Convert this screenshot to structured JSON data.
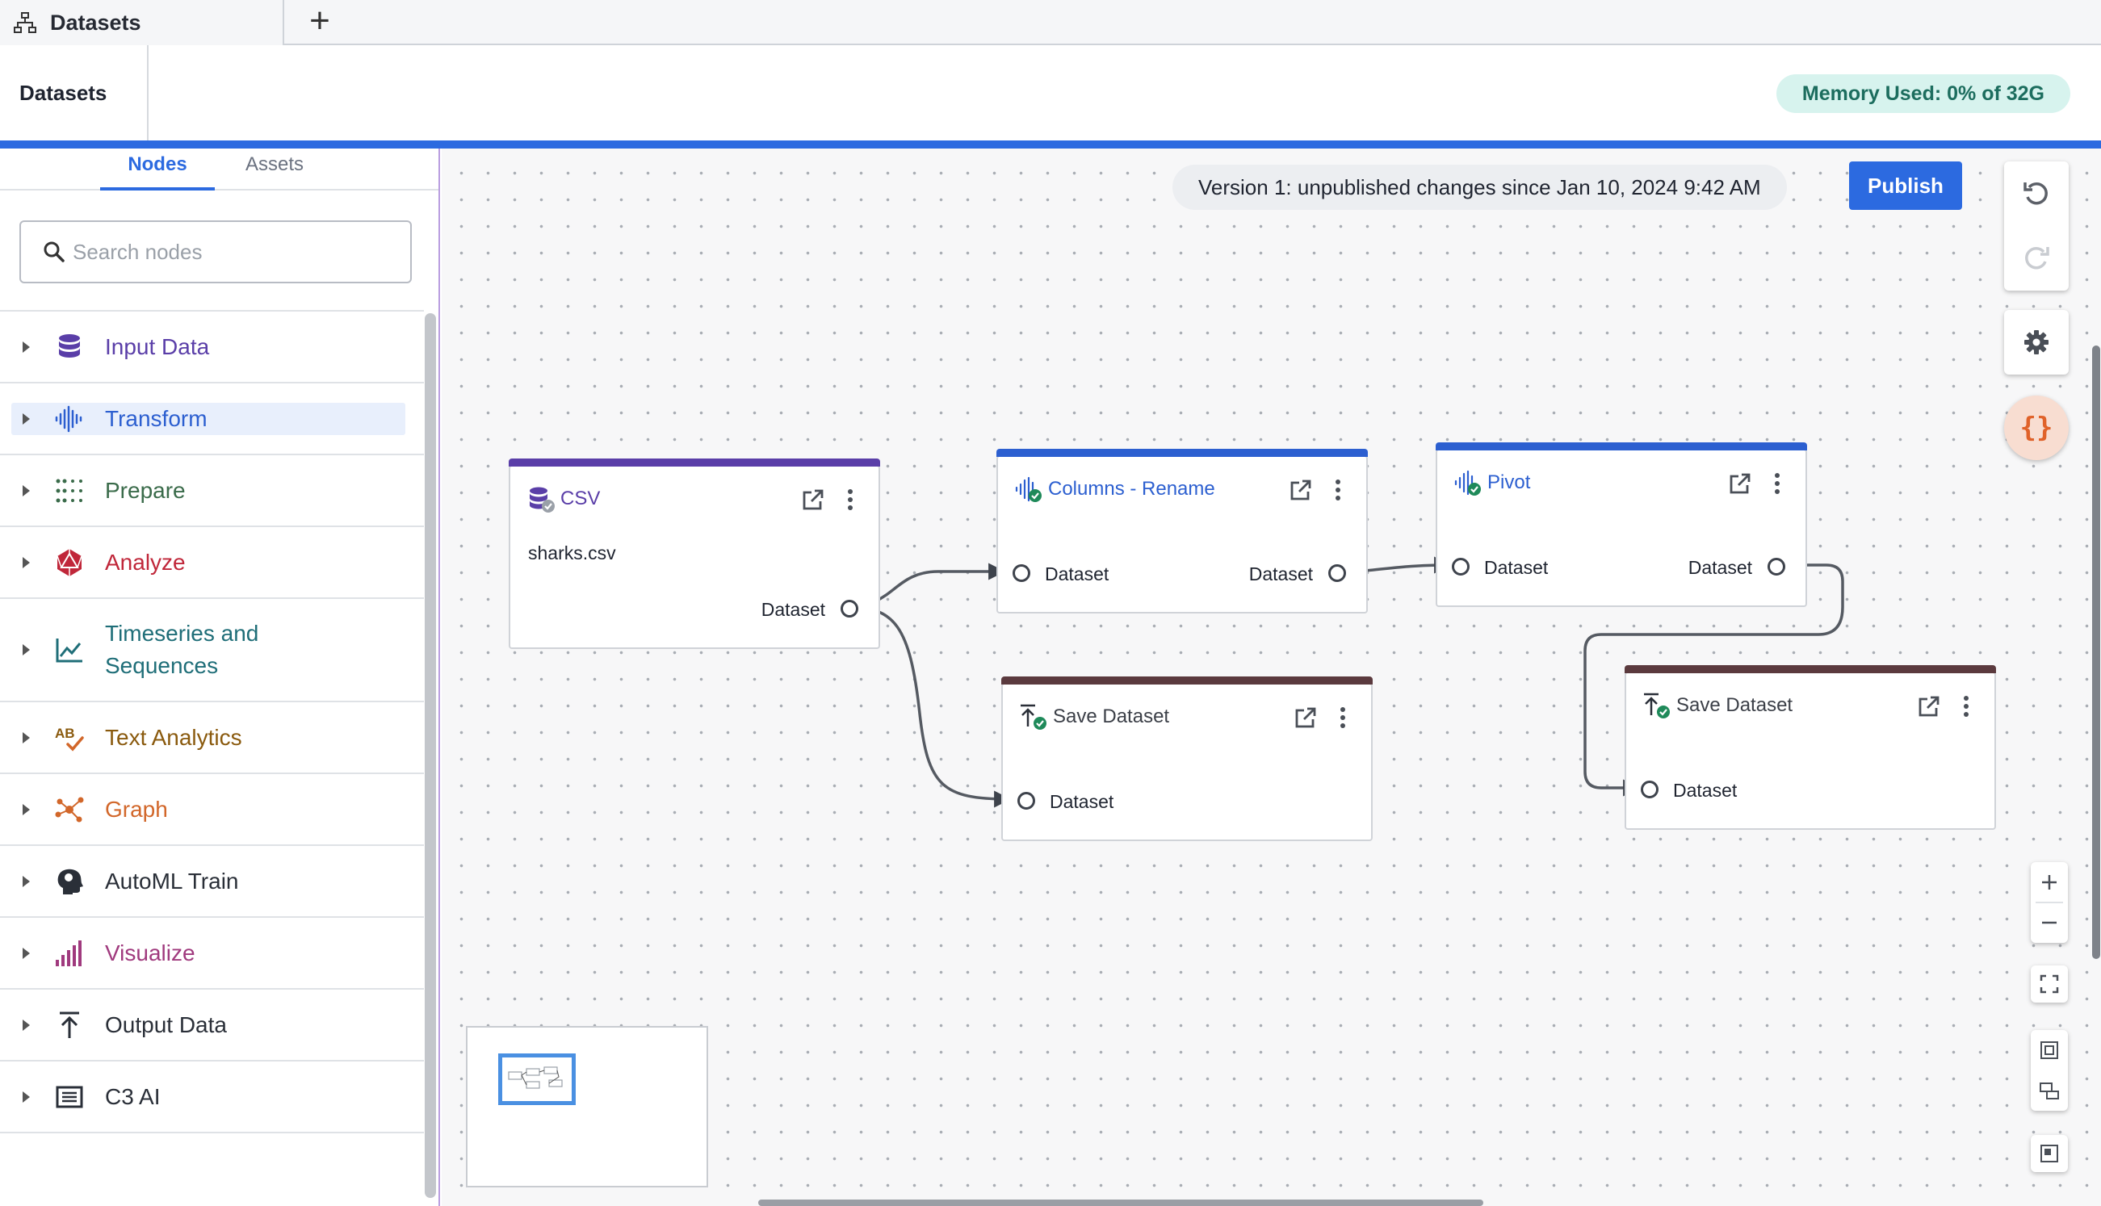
{
  "tabstrip": {
    "tab_label": "Datasets",
    "add_label": "+"
  },
  "header": {
    "title": "Datasets",
    "memory": "Memory Used: 0% of 32G"
  },
  "sidebar": {
    "tabs": [
      "Nodes",
      "Assets"
    ],
    "search_placeholder": "Search nodes",
    "categories": [
      {
        "label": "Input Data",
        "color": "#5a3ea8",
        "icon": "database-icon"
      },
      {
        "label": "Transform",
        "color": "#2c5fd0",
        "icon": "waveform-icon"
      },
      {
        "label": "Prepare",
        "color": "#3a6b4a",
        "icon": "dots-grid-icon"
      },
      {
        "label": "Analyze",
        "color": "#c0273a",
        "icon": "polyhedron-icon"
      },
      {
        "label": "Timeseries and\nSequences",
        "color": "#1f6e78",
        "icon": "trend-line-icon"
      },
      {
        "label": "Text Analytics",
        "color": "#8a5a0e",
        "icon": "spellcheck-icon"
      },
      {
        "label": "Graph",
        "color": "#d2672a",
        "icon": "graph-network-icon"
      },
      {
        "label": "AutoML Train",
        "color": "#2a2f38",
        "icon": "brain-head-icon"
      },
      {
        "label": "Visualize",
        "color": "#a03a7e",
        "icon": "bar-signal-icon"
      },
      {
        "label": "Output Data",
        "color": "#2a2f38",
        "icon": "upload-arrow-icon"
      },
      {
        "label": "C3 AI",
        "color": "#2a2f38",
        "icon": "c3-logo-icon"
      }
    ]
  },
  "canvas": {
    "version": "Version 1: unpublished changes since Jan 10, 2024 9:42 AM",
    "publish": "Publish",
    "json_symbol": "{}",
    "nodes": {
      "csv": {
        "title": "CSV",
        "file": "sharks.csv",
        "out": "Dataset",
        "color": "#5a3ea8"
      },
      "rename": {
        "title": "Columns - Rename",
        "in": "Dataset",
        "out": "Dataset",
        "color": "#2c5fd0"
      },
      "pivot": {
        "title": "Pivot",
        "in": "Dataset",
        "out": "Dataset",
        "color": "#2c5fd0"
      },
      "save1": {
        "title": "Save Dataset",
        "in": "Dataset",
        "color": "#5b3a3e"
      },
      "save2": {
        "title": "Save Dataset",
        "in": "Dataset",
        "color": "#5b3a3e"
      }
    }
  }
}
